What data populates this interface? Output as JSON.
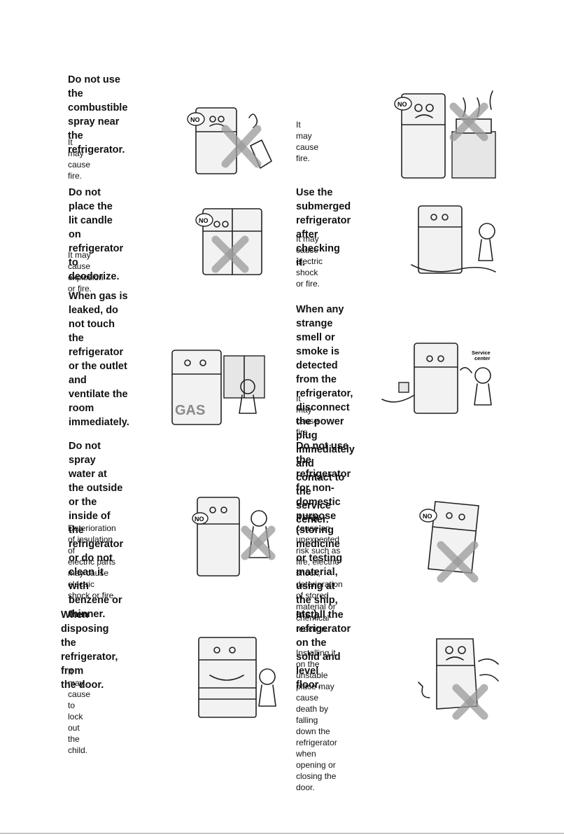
{
  "items": [
    {
      "title": "Do not use the combustible\nspray near the refrigerator.",
      "body": "It may cause fire."
    },
    {
      "title": "",
      "body": "It may cause fire."
    },
    {
      "title": "Do not place the lit candle on\nrefrigerator to deodorize.",
      "body": "It may cause explosion or fire."
    },
    {
      "title": "Use the submerged refrigerator after\nchecking it.",
      "body": "It may cause electric\nshock or fire."
    },
    {
      "title": "When gas is leaked, do not touch the\nrefrigerator or the outlet and ventilate the\nroom immediately.",
      "body": ""
    },
    {
      "title": "When any strange smell or smoke is\ndetected from the refrigerator, disconnect\nthe power plug\nimmediately and\ncontact to the\nservice center.",
      "body": "It may cause fire."
    },
    {
      "title": "Do not spray water at the outside or the\ninside of the refrigerator or do not clean it\nwith benzene or thinner.",
      "body": "Deterioration of insulation of\nelectric parts may cause\nelectric shock or fire."
    },
    {
      "title": "Do not use the refrigerator for non-domestic\npurpose (storing medicine or testing\nmaterial, using at the ship, etc.).",
      "body": "It may cause an unexpected\nrisk such as fire, electric\nshock, deterioration of stored\nmaterial or chemical\nreaction."
    },
    {
      "title": "When disposing the refrigerator,\n                    from\nthe door.",
      "body": "It may cause to lock out the\nchild."
    },
    {
      "title": "Install the refrigerator on the solid and level\nfloor.",
      "body": "Installing it on the unstable\nplace may cause death by\nfalling down the refrigerator\nwhen opening or closing the\ndoor."
    }
  ],
  "labels": {
    "no": "NO",
    "gas": "GAS",
    "service_center": "Service\ncenter"
  }
}
